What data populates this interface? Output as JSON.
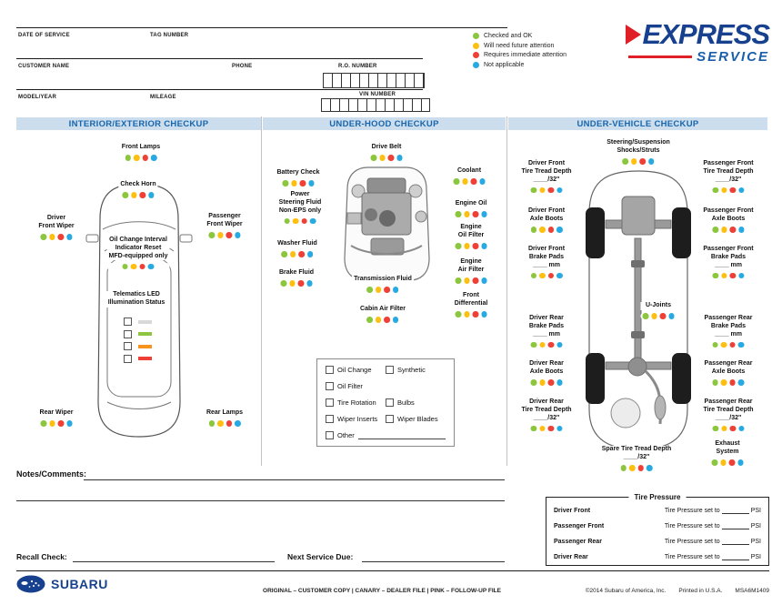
{
  "status_colors": [
    "#8cc63e",
    "#fdc010",
    "#ee4036",
    "#27aae1"
  ],
  "header": {
    "fields": {
      "date_of_service": "DATE OF SERVICE",
      "tag_number": "TAG NUMBER",
      "customer_name": "CUSTOMER NAME",
      "phone": "PHONE",
      "ro_number": "R.O. NUMBER",
      "model_year": "MODEL/YEAR",
      "mileage": "MILEAGE",
      "vin_number": "VIN NUMBER"
    },
    "legend": [
      {
        "label": "Checked and OK",
        "color": "#8cc63e"
      },
      {
        "label": "Will need future attention",
        "color": "#fdc010"
      },
      {
        "label": "Requires immediate attention",
        "color": "#ee4036"
      },
      {
        "label": "Not applicable",
        "color": "#27aae1"
      }
    ],
    "logo": {
      "line1": "EXPRESS",
      "line2": "SERVICE"
    }
  },
  "columns": {
    "interior": {
      "title": "INTERIOR/EXTERIOR CHECKUP",
      "items": [
        {
          "label": "Front Lamps"
        },
        {
          "label": "Check Horn"
        },
        {
          "label": "Driver\nFront Wiper"
        },
        {
          "label": "Passenger\nFront Wiper"
        },
        {
          "label": "Oil Change Interval\nIndicator Reset\nMFD-equipped only"
        },
        {
          "label": "Telematics LED\nIllumination Status"
        },
        {
          "label": "Rear Wiper"
        },
        {
          "label": "Rear Lamps"
        }
      ],
      "telematics_rows": [
        {
          "color": "#d8d8d8"
        },
        {
          "color": "#8cc63e"
        },
        {
          "color": "#f7941d"
        },
        {
          "color": "#ee4036"
        }
      ]
    },
    "underhood": {
      "title": "UNDER-HOOD CHECKUP",
      "items": [
        {
          "label": "Drive Belt"
        },
        {
          "label": "Battery Check"
        },
        {
          "label": "Power\nSteering Fluid\nNon-EPS only"
        },
        {
          "label": "Washer Fluid"
        },
        {
          "label": "Brake Fluid"
        },
        {
          "label": "Transmission Fluid"
        },
        {
          "label": "Cabin Air Filter"
        },
        {
          "label": "Coolant"
        },
        {
          "label": "Engine Oil"
        },
        {
          "label": "Engine\nOil Filter"
        },
        {
          "label": "Engine\nAir Filter"
        },
        {
          "label": "Front\nDifferential"
        }
      ],
      "service_box": {
        "options": [
          "Oil Change",
          "Synthetic",
          "Oil Filter",
          "Tire Rotation",
          "Bulbs",
          "Wiper Inserts",
          "Wiper Blades",
          "Other"
        ]
      }
    },
    "undervehicle": {
      "title": "UNDER-VEHICLE CHECKUP",
      "items": [
        {
          "label": "Steering/Suspension\nShocks/Struts"
        },
        {
          "label": "Driver Front\nTire Tread Depth\n____/32\""
        },
        {
          "label": "Driver Front\nAxle Boots"
        },
        {
          "label": "Driver Front\nBrake Pads\n____ mm"
        },
        {
          "label": "Driver Rear\nBrake Pads\n____ mm"
        },
        {
          "label": "Driver Rear\nAxle Boots"
        },
        {
          "label": "Driver Rear\nTire Tread Depth\n____/32\""
        },
        {
          "label": "Passenger Front\nTire Tread Depth\n____/32\""
        },
        {
          "label": "Passenger Front\nAxle Boots"
        },
        {
          "label": "Passenger Front\nBrake Pads\n____ mm"
        },
        {
          "label": "Passenger Rear\nBrake Pads\n____ mm"
        },
        {
          "label": "Passenger Rear\nAxle Boots"
        },
        {
          "label": "Passenger Rear\nTire Tread Depth\n____/32\""
        },
        {
          "label": "U-Joints"
        },
        {
          "label": "Spare Tire Tread Depth\n____/32\""
        },
        {
          "label": "Exhaust\nSystem"
        }
      ],
      "tire_pressure": {
        "title": "Tire Pressure",
        "phrase": "Tire Pressure set to",
        "unit": "PSI",
        "positions": [
          "Driver Front",
          "Passenger Front",
          "Passenger Rear",
          "Driver Rear"
        ]
      }
    }
  },
  "notes": {
    "label": "Notes/Comments:"
  },
  "recall": {
    "label": "Recall Check:"
  },
  "next_service": {
    "label": "Next Service Due:"
  },
  "footer": {
    "brand": "SUBARU",
    "distribution": "ORIGINAL – CUSTOMER COPY  |  CANARY – DEALER FILE  |  PINK – FOLLOW-UP FILE",
    "copyright": "©2014 Subaru of America, Inc.",
    "printed": "Printed in U.S.A.",
    "form_number": "MSA6M1409"
  }
}
